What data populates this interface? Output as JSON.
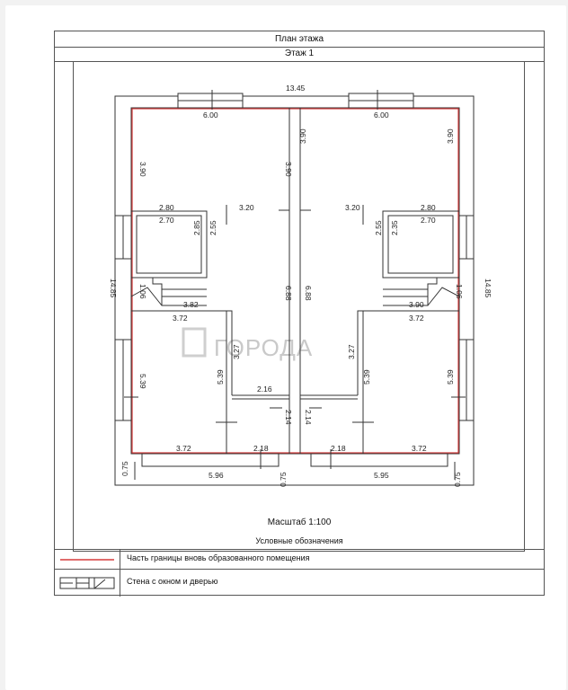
{
  "header": {
    "title": "План этажа",
    "floor": "Этаж 1"
  },
  "footer": {
    "scale": "Масштаб 1:100",
    "legend_title": "Условные обозначения"
  },
  "legend": [
    {
      "label": "Часть границы вновь образованного помещения",
      "symbol": "red-line"
    },
    {
      "label": "Стена с окном и дверью",
      "symbol": "wall-window-door"
    }
  ],
  "watermark": "ГОРОДА",
  "dims": {
    "overall_width": "13.45",
    "overall_height": "14.85",
    "top_left_width": "6.00",
    "top_right_width": "6.00",
    "left_upper_height": "3.90",
    "mid_left_upper_height": "3.90",
    "mid_right_upper_height": "3.90",
    "right_upper_height": "3.90",
    "left_bath_outer": "2.80",
    "left_bath_inner": "2.70",
    "right_bath_outer": "2.80",
    "right_bath_inner": "2.70",
    "left_hall": "3.20",
    "right_hall": "3.20",
    "left_bath_h1": "2.85",
    "left_bath_h2": "2.55",
    "right_bath_h1": "2.55",
    "right_bath_h2": "2.35",
    "left_stair": "1.06",
    "right_stair": "1.06",
    "left_stair_w": "3.82",
    "right_stair_w": "3.90",
    "left_room_w": "3.72",
    "right_room_w": "3.72",
    "left_party": "6.88",
    "right_party": "6.88",
    "left_corr_h": "3.27",
    "right_corr_h": "3.27",
    "left_room_h_out": "5.39",
    "left_room_h_in": "5.39",
    "right_room_h_in": "5.39",
    "right_room_h_out": "5.39",
    "mid_width": "2.16",
    "left_entry_h": "2.14",
    "right_entry_h": "2.14",
    "left_bottom_room": "3.72",
    "right_bottom_room": "3.72",
    "left_bottom_entry": "2.18",
    "right_bottom_entry": "2.18",
    "left_terrace_w": "5.96",
    "right_terrace_w": "5.95",
    "left_terrace_h": "0.75",
    "mid_terrace_h": "0.75",
    "right_terrace_h": "0.75"
  },
  "colors": {
    "boundary": "#d63c3c",
    "wall": "#333333",
    "frame": "#555555"
  }
}
